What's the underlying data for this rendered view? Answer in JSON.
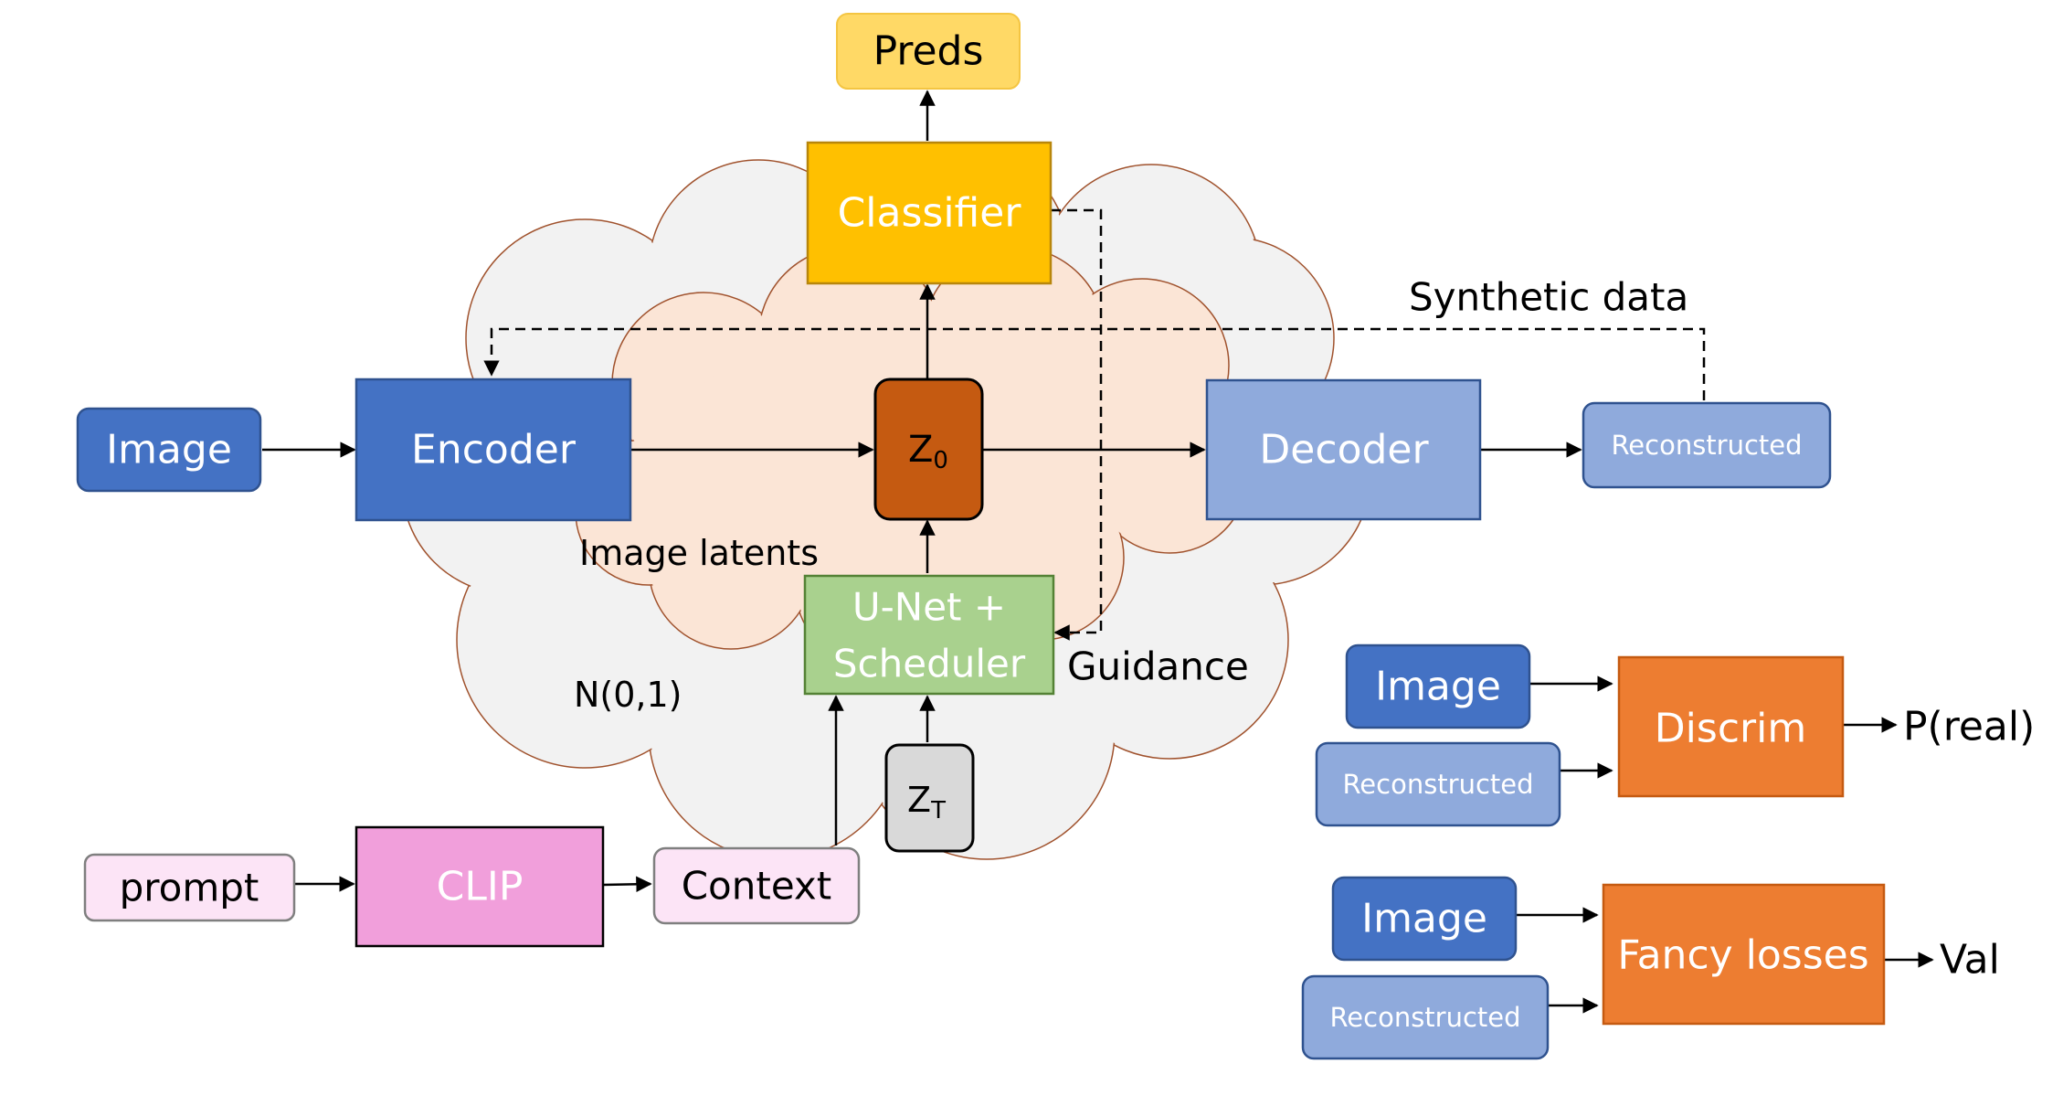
{
  "nodes": {
    "preds": "Preds",
    "classifier": "Classifier",
    "image_main": "Image",
    "encoder": "Encoder",
    "z0_main": "Z",
    "z0_sub": "0",
    "decoder": "Decoder",
    "reconstructed_main": "Reconstructed",
    "unet_line1": "U-Net +",
    "unet_line2": "Scheduler",
    "zt_main": "Z",
    "zt_sub": "T",
    "prompt": "prompt",
    "clip": "CLIP",
    "context": "Context",
    "image_discrim": "Image",
    "reconstructed_discrim": "Reconstructed",
    "discrim": "Discrim",
    "image_losses": "Image",
    "reconstructed_losses": "Reconstructed",
    "fancy_losses": "Fancy losses"
  },
  "labels": {
    "synthetic_data": "Synthetic data",
    "image_latents": "Image latents",
    "guidance": "Guidance",
    "noise": "N(0,1)",
    "p_real": "P(real)",
    "val": "Val"
  },
  "colors": {
    "dark_blue": "#4472C4",
    "light_blue": "#8FAADC",
    "gold": "#FFC000",
    "pale_gold": "#FFD966",
    "rust": "#C55A11",
    "green": "#A9D18E",
    "pink": "#F19FDB",
    "light_pink": "#FCE4F6",
    "orange": "#ED7D31",
    "gray": "#D9D9D9",
    "cloud_outer": "#F2F2F2",
    "cloud_inner": "#FBE5D6"
  }
}
